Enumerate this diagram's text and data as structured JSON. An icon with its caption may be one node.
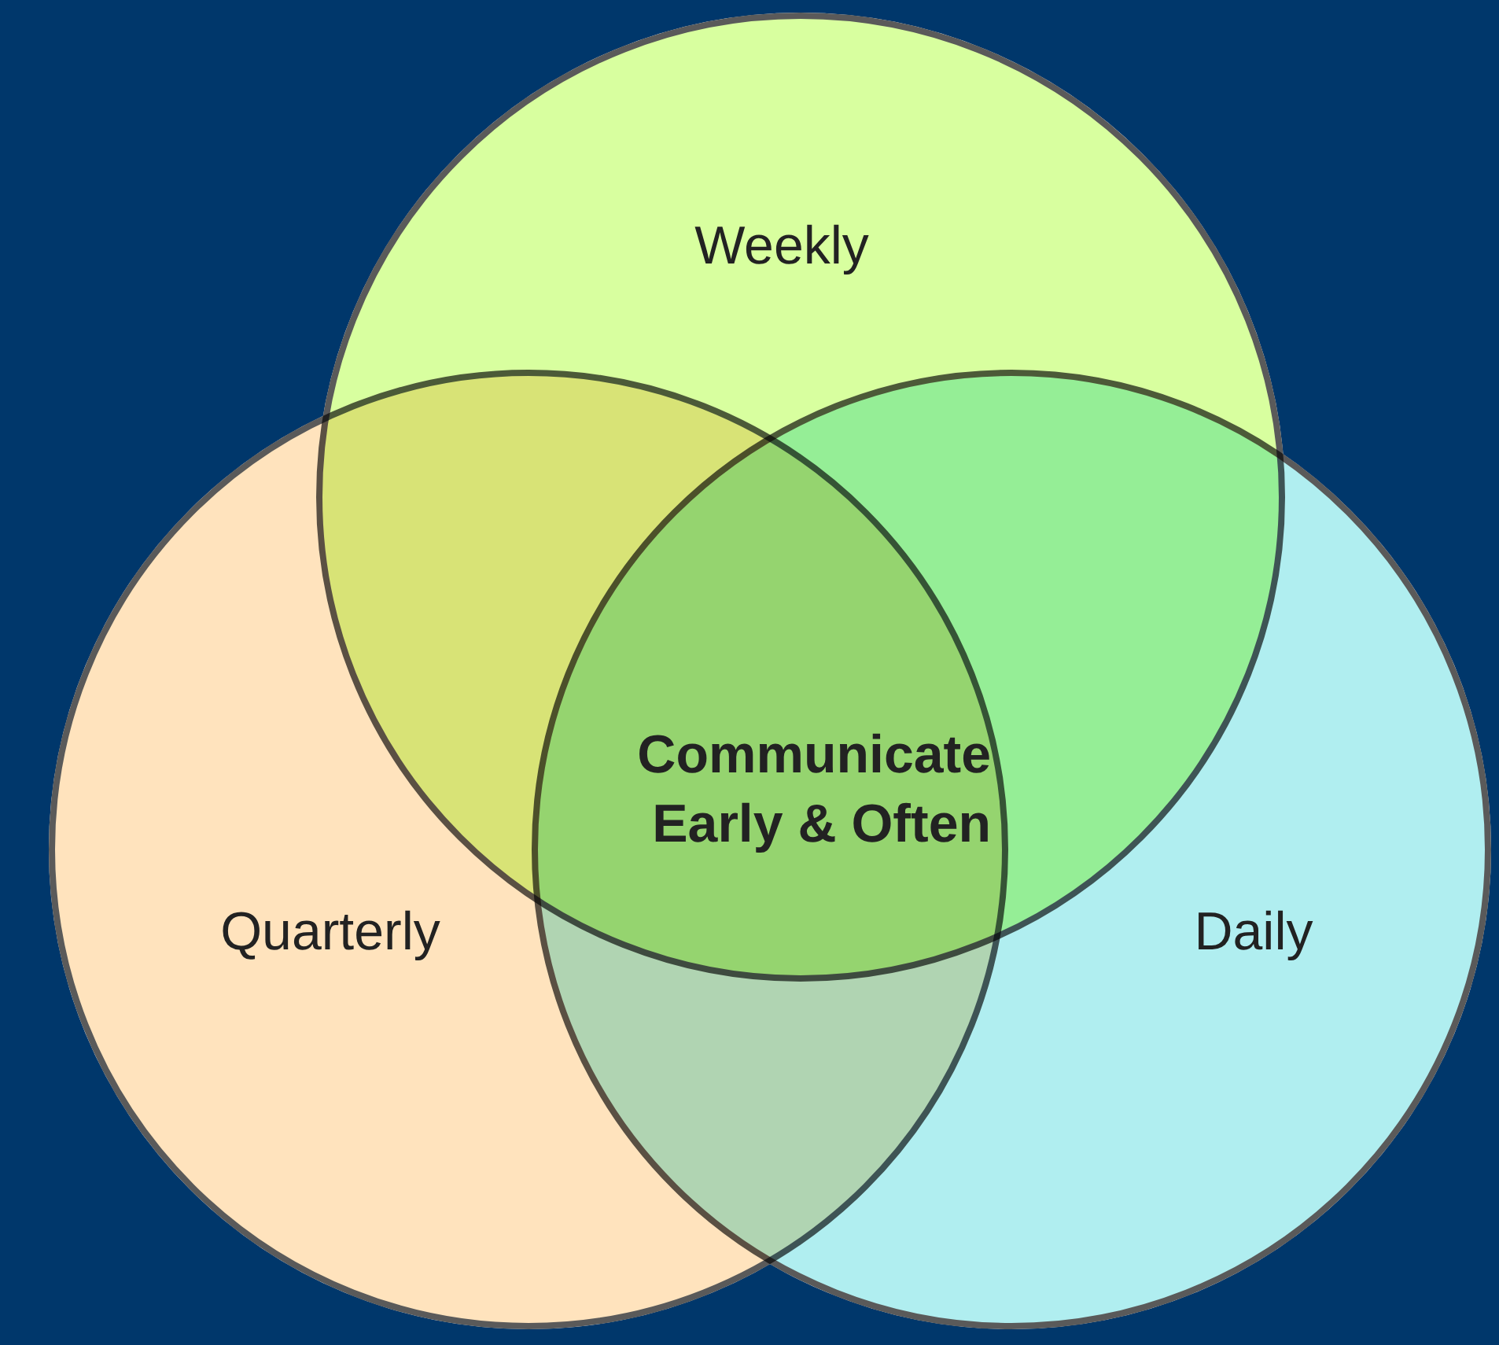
{
  "diagram": {
    "nodes": [
      {
        "text": [
          "Weekly"
        ]
      },
      {
        "text": [
          "Quarterly"
        ]
      },
      {
        "text": [
          "Daily"
        ]
      }
    ],
    "labels": [
      "Communicate Early & Often"
    ]
  }
}
